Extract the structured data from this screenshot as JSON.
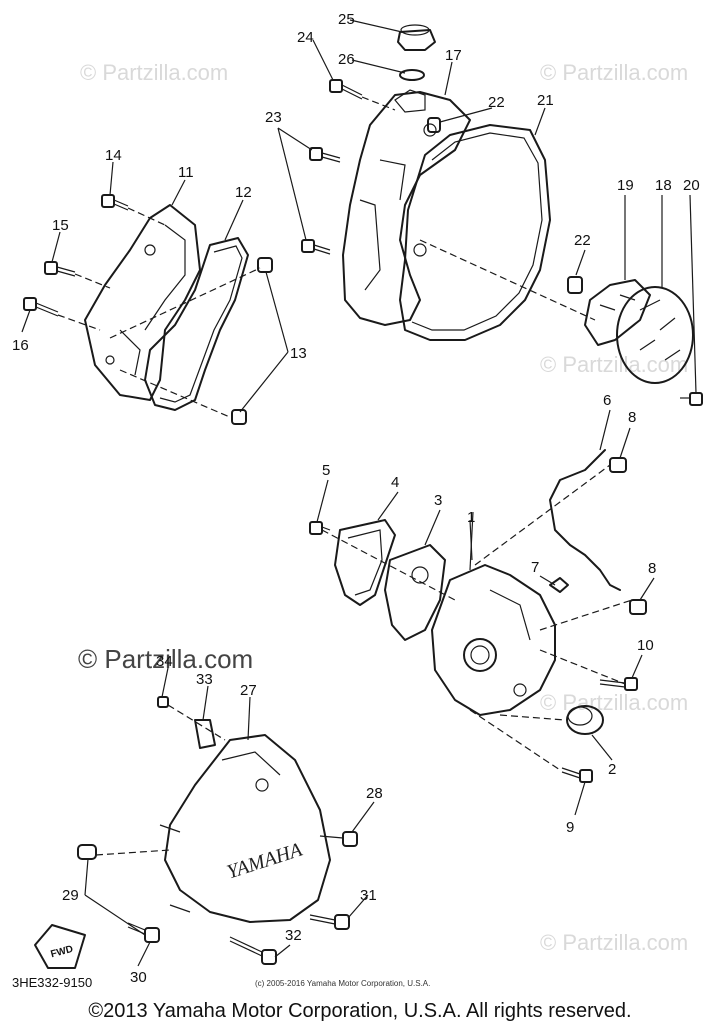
{
  "watermark": {
    "brand": "© Partzilla.com"
  },
  "callouts": [
    "1",
    "2",
    "3",
    "4",
    "5",
    "6",
    "7",
    "8",
    "8",
    "9",
    "10",
    "11",
    "12",
    "13",
    "14",
    "15",
    "16",
    "17",
    "18",
    "19",
    "20",
    "21",
    "22",
    "22",
    "23",
    "24",
    "25",
    "26",
    "27",
    "28",
    "29",
    "30",
    "31",
    "32",
    "33",
    "34"
  ],
  "cover_text": "YAMAHA",
  "fwd_label": "FWD",
  "diagram_code": "3HE332-9150",
  "small_copyright": "(c) 2005-2016 Yamaha Motor Corporation, U.S.A.",
  "footer": "©2013 Yamaha Motor Corporation, U.S.A. All rights reserved."
}
